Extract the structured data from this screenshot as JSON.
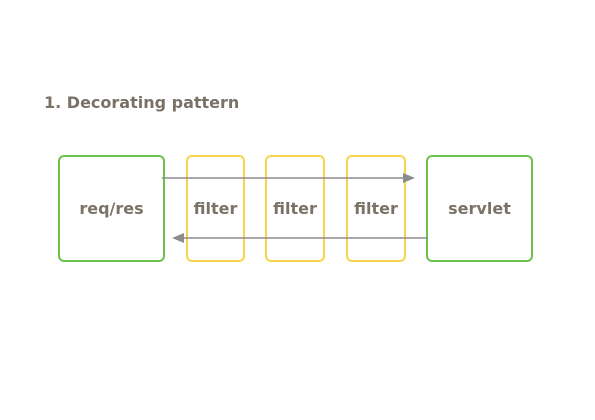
{
  "title": "1. Decorating pattern",
  "boxes": {
    "request_response": {
      "label": "req/res",
      "color": "#6cc24a"
    },
    "filters": [
      {
        "label": "filter",
        "color": "#f5d547"
      },
      {
        "label": "filter",
        "color": "#f5d547"
      },
      {
        "label": "filter",
        "color": "#f5d547"
      }
    ],
    "servlet": {
      "label": "servlet",
      "color": "#6cc24a"
    }
  },
  "arrows": {
    "color": "#8c8c8c",
    "forward": {
      "from": "req/res",
      "to": "servlet"
    },
    "backward": {
      "from": "servlet",
      "to": "req/res"
    }
  }
}
